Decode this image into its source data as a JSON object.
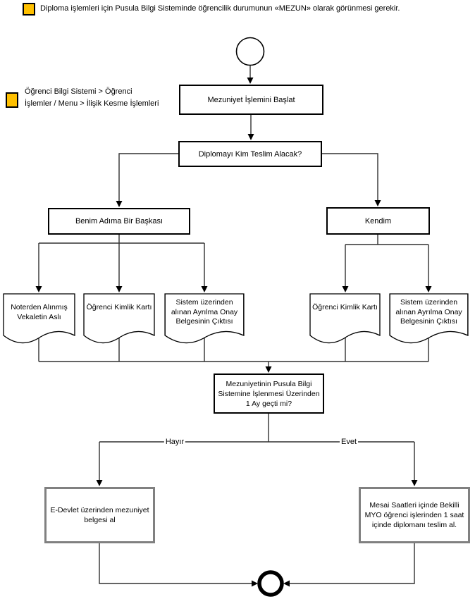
{
  "notes": [
    {
      "text": "Diploma işlemleri için Pusula Bilgi Sisteminde öğrencilik durumunun «MEZUN» olarak görünmesi gerekir."
    },
    {
      "line1": "Öğrenci Bilgi Sistemi > Öğrenci",
      "line2": "İşlemler / Menu > İlişik Kesme İşlemleri"
    }
  ],
  "nodes": {
    "start_step": "Mezuniyet İşlemini Başlat",
    "decision_who": "Diplomayı Kim Teslim Alacak?",
    "branch_other": "Benim Adıma Bir Başkası",
    "branch_self": "Kendim",
    "doc_notary": "Noterden Alınmış Vekaletin Aslı",
    "doc_id_left": "Öğrenci Kimlik Kartı",
    "doc_approval_left": "Sistem üzerinden alınan Ayrılma Onay Belgesinin Çıktısı",
    "doc_id_right": "Öğrenci Kimlik Kartı",
    "doc_approval_right": "Sistem üzerinden alınan Ayrılma Onay Belgesinin Çıktısı",
    "decision_month": "Mezuniyetinin Pusula Bilgi Sistemine İşlenmesi Üzerinden 1 Ay geçti mi?",
    "label_no": "Hayır",
    "label_yes": "Evet",
    "action_no": "E-Devlet üzerinden mezuniyet belgesi al",
    "action_yes": "Mesai Saatleri içinde Bekilli MYO öğrenci işlerinden 1 saat içinde diplomanı teslim al."
  },
  "colors": {
    "note_fill": "#FFC000",
    "box_border": "#000000",
    "action_border": "#808080",
    "connector": "#303030"
  }
}
